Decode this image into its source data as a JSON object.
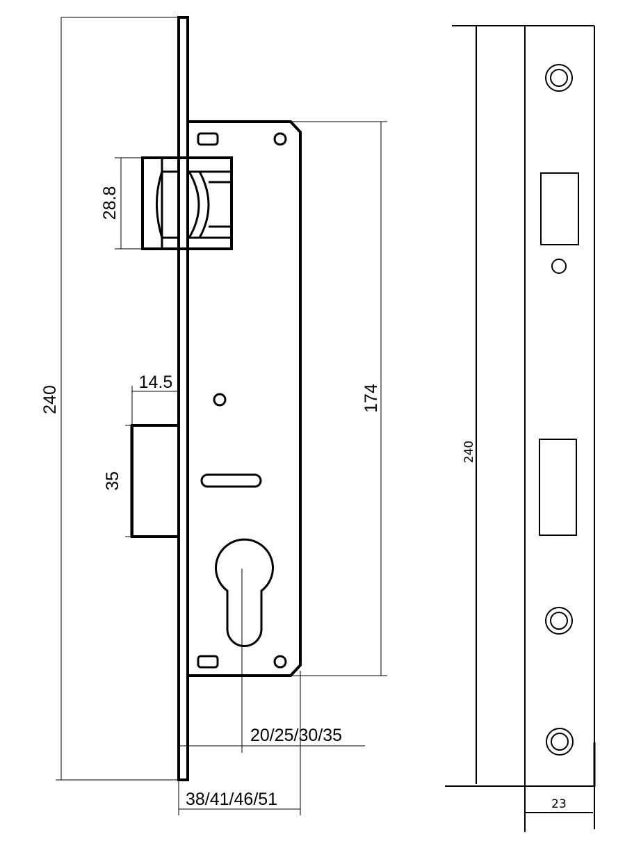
{
  "front_view": {
    "dim_total_height": "240",
    "dim_case_height": "174",
    "dim_latch_height": "28.8",
    "dim_bolt_throw": "14.5",
    "dim_bolt_height": "35",
    "dim_backset": "20/25/30/35",
    "dim_case_depth": "38/41/46/51"
  },
  "side_view": {
    "dim_total_height": "240",
    "dim_faceplate_width": "23"
  },
  "colors": {
    "line": "#000000",
    "background": "#ffffff"
  }
}
